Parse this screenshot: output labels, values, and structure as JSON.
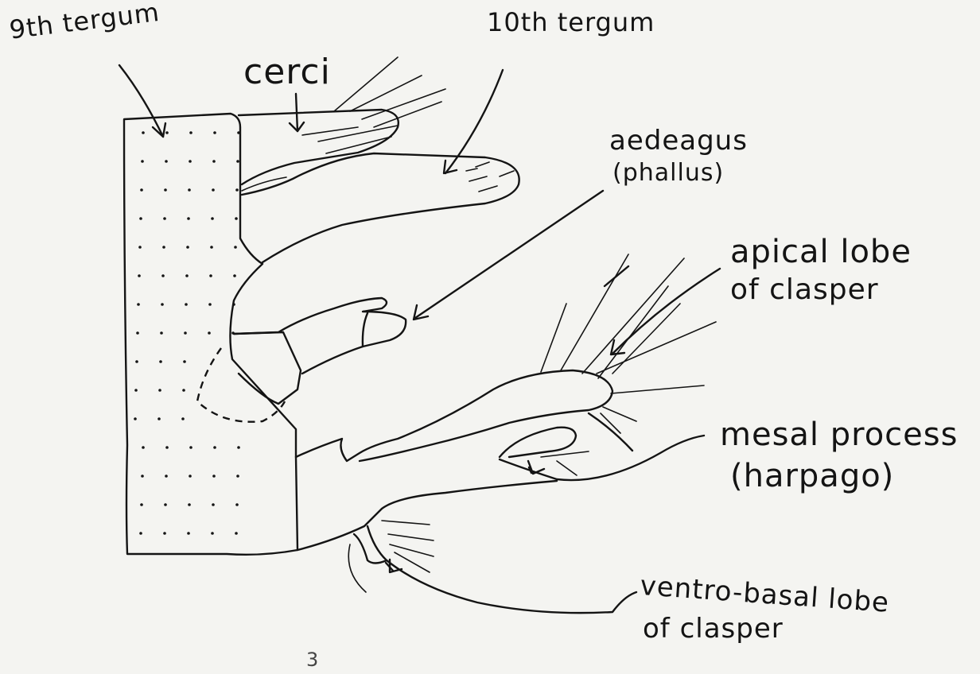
{
  "labels": {
    "ninth_tergum": "9th tergum",
    "cerci": "cerci",
    "tenth_tergum": "10th tergum",
    "aedeagus": "aedeagus",
    "phallus": "(phallus)",
    "apical_lobe_1": "apical lobe",
    "apical_lobe_2": "of clasper",
    "mesal_process_1": "mesal process",
    "mesal_process_2": "(harpago)",
    "ventro_basal_1": "ventro-basal lobe",
    "ventro_basal_2": "of clasper"
  },
  "page_number": "3",
  "colors": {
    "ink": "#141414",
    "paper": "#f4f4f1"
  }
}
